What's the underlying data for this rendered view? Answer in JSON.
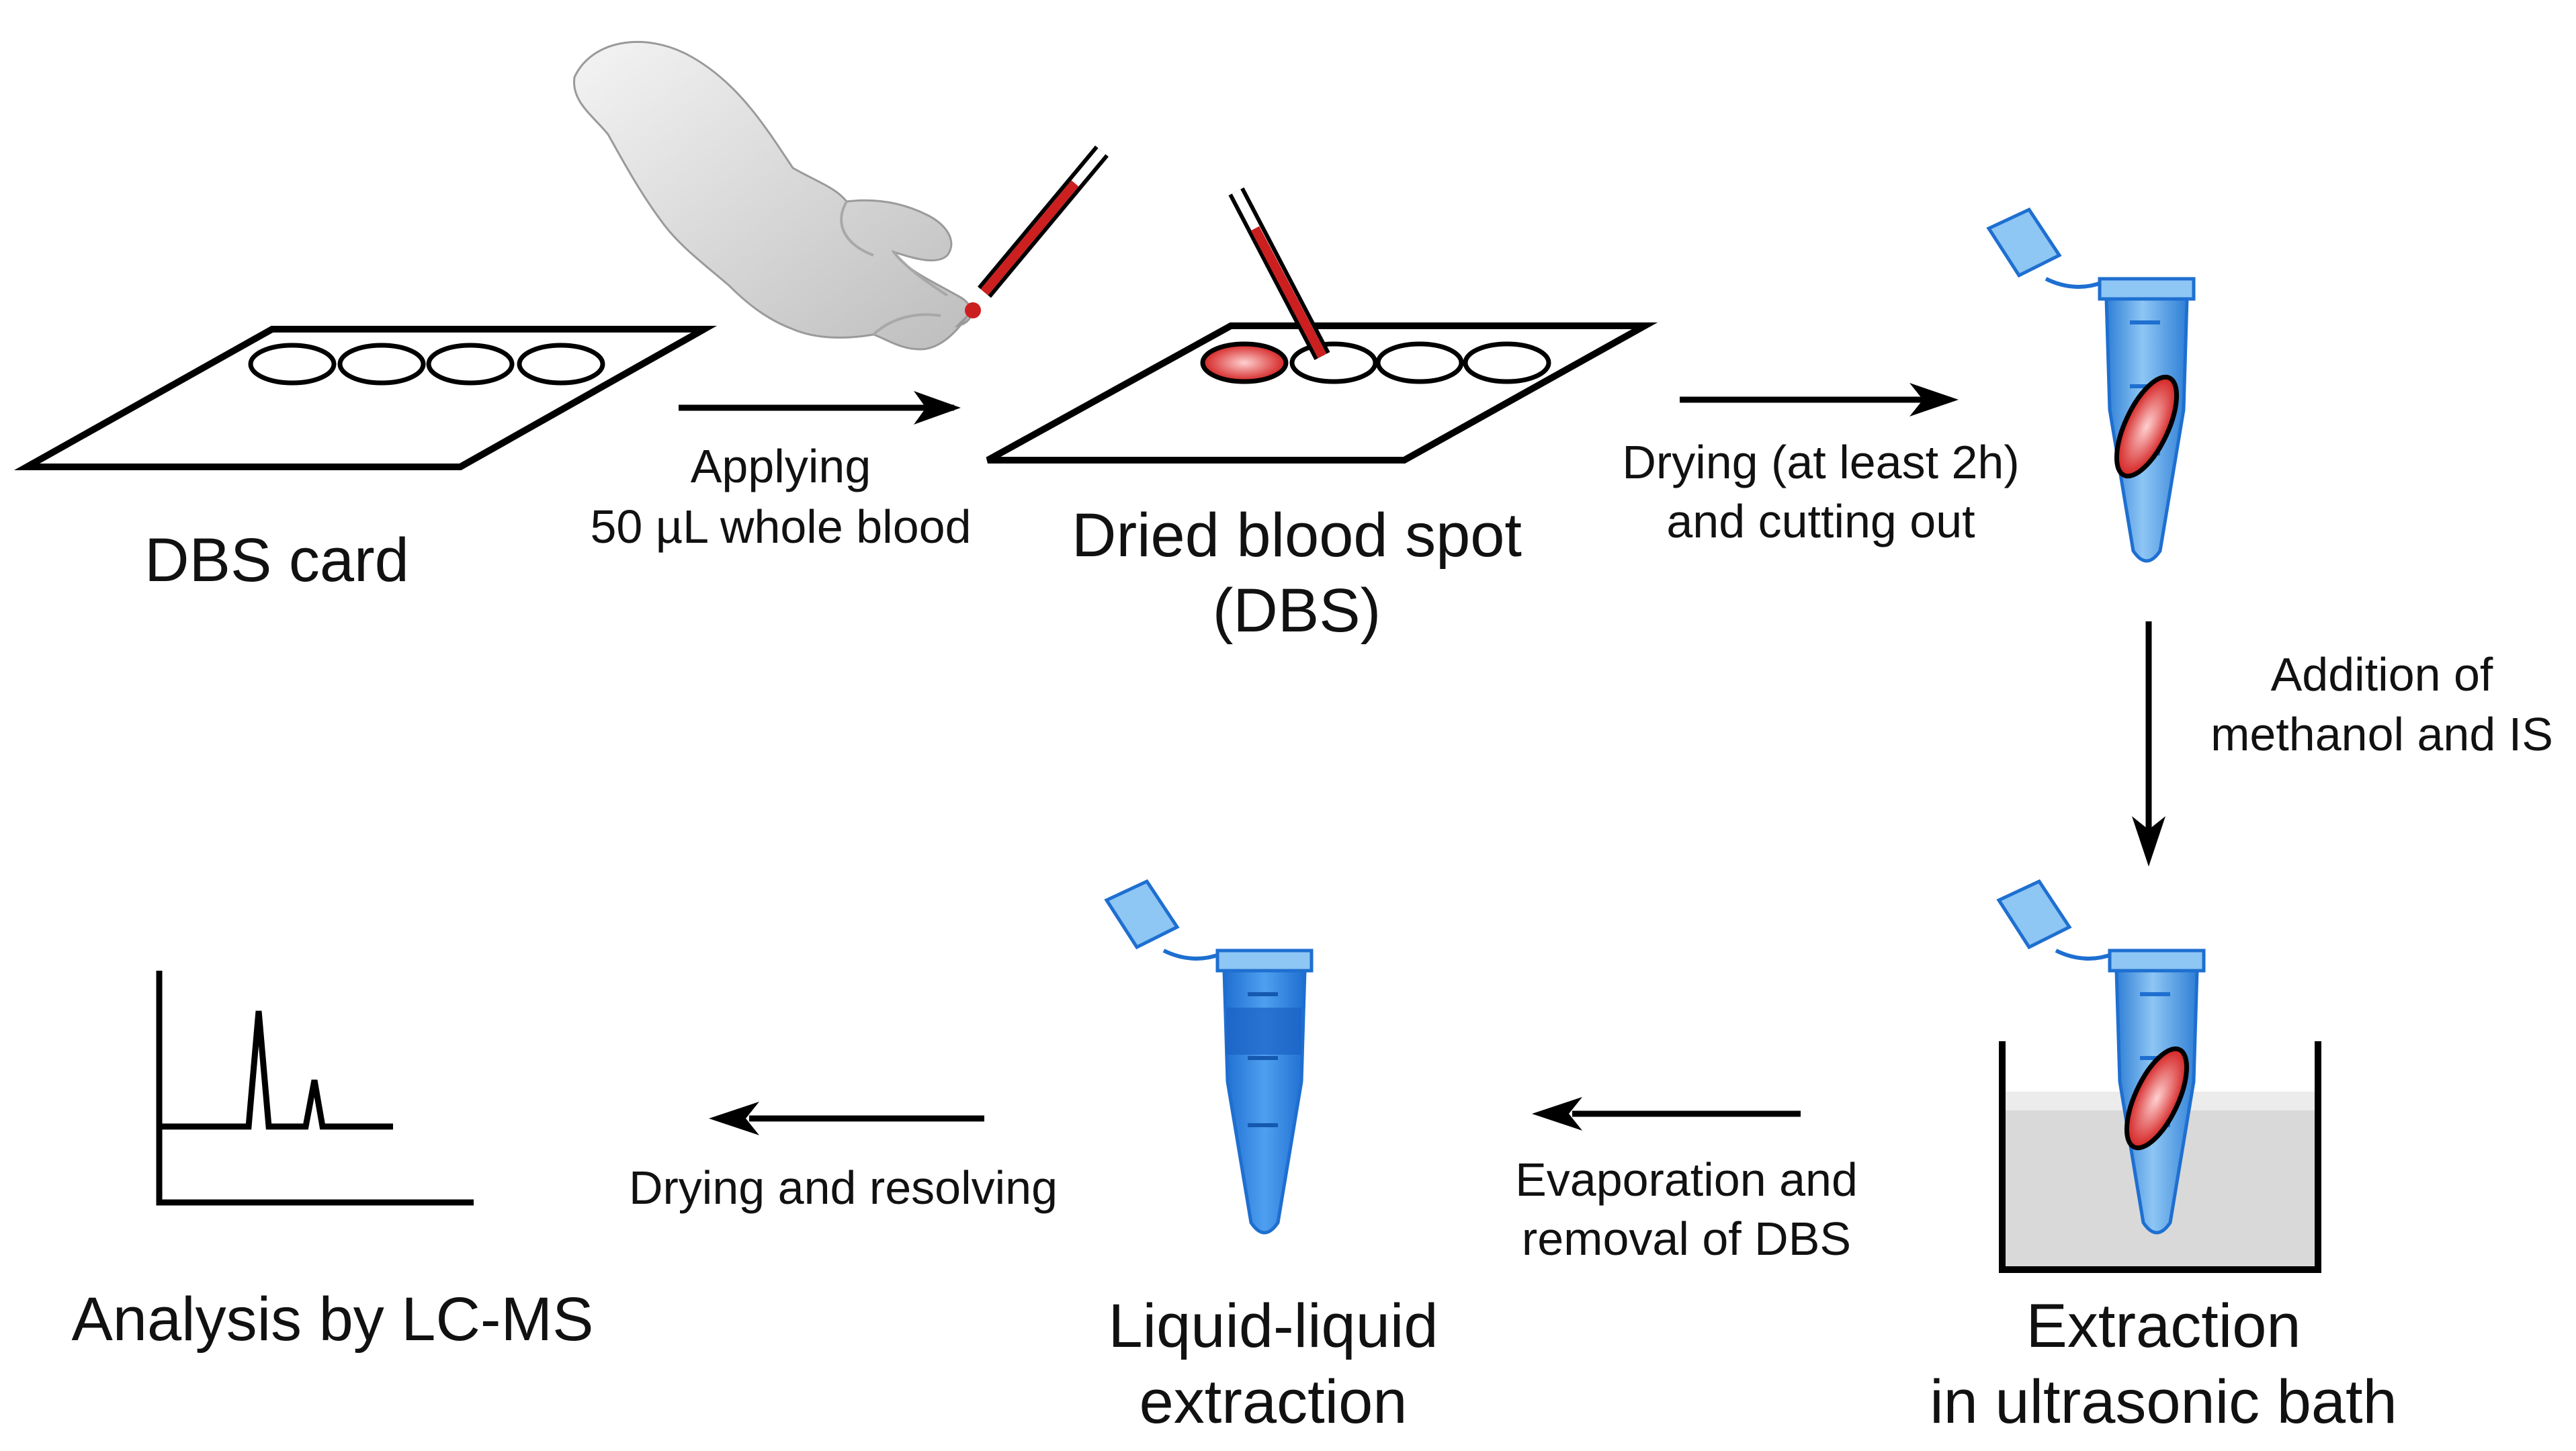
{
  "labels": {
    "dbs_card": "DBS card",
    "applying_line1": "Applying",
    "applying_line2": "50 µL whole blood",
    "dried_line1": "Dried blood spot",
    "dried_line2": "(DBS)",
    "drying_line1": "Drying (at least 2h)",
    "drying_line2": "and cutting out",
    "addition_line1": "Addition of",
    "addition_line2": "methanol and IS",
    "extraction_line1": "Extraction",
    "extraction_line2": "in ultrasonic bath",
    "evap_line1": "Evaporation and",
    "evap_line2": "removal of DBS",
    "lle_line1": "Liquid-liquid",
    "lle_line2": "extraction",
    "resolving": "Drying and resolving",
    "analysis": "Analysis by LC-MS"
  },
  "colors": {
    "blood": "#cc1f1f",
    "tube_blue": "#3b8de0",
    "tube_light": "#a9d3f5",
    "bath_gray": "#d9d9d9",
    "glove_gray": "#e8e8e8",
    "line": "#000000"
  },
  "icons": [
    "hand-glove-icon",
    "capillary-tube-icon",
    "eppendorf-tube-icon",
    "ultrasonic-bath-icon",
    "chromatogram-icon"
  ]
}
